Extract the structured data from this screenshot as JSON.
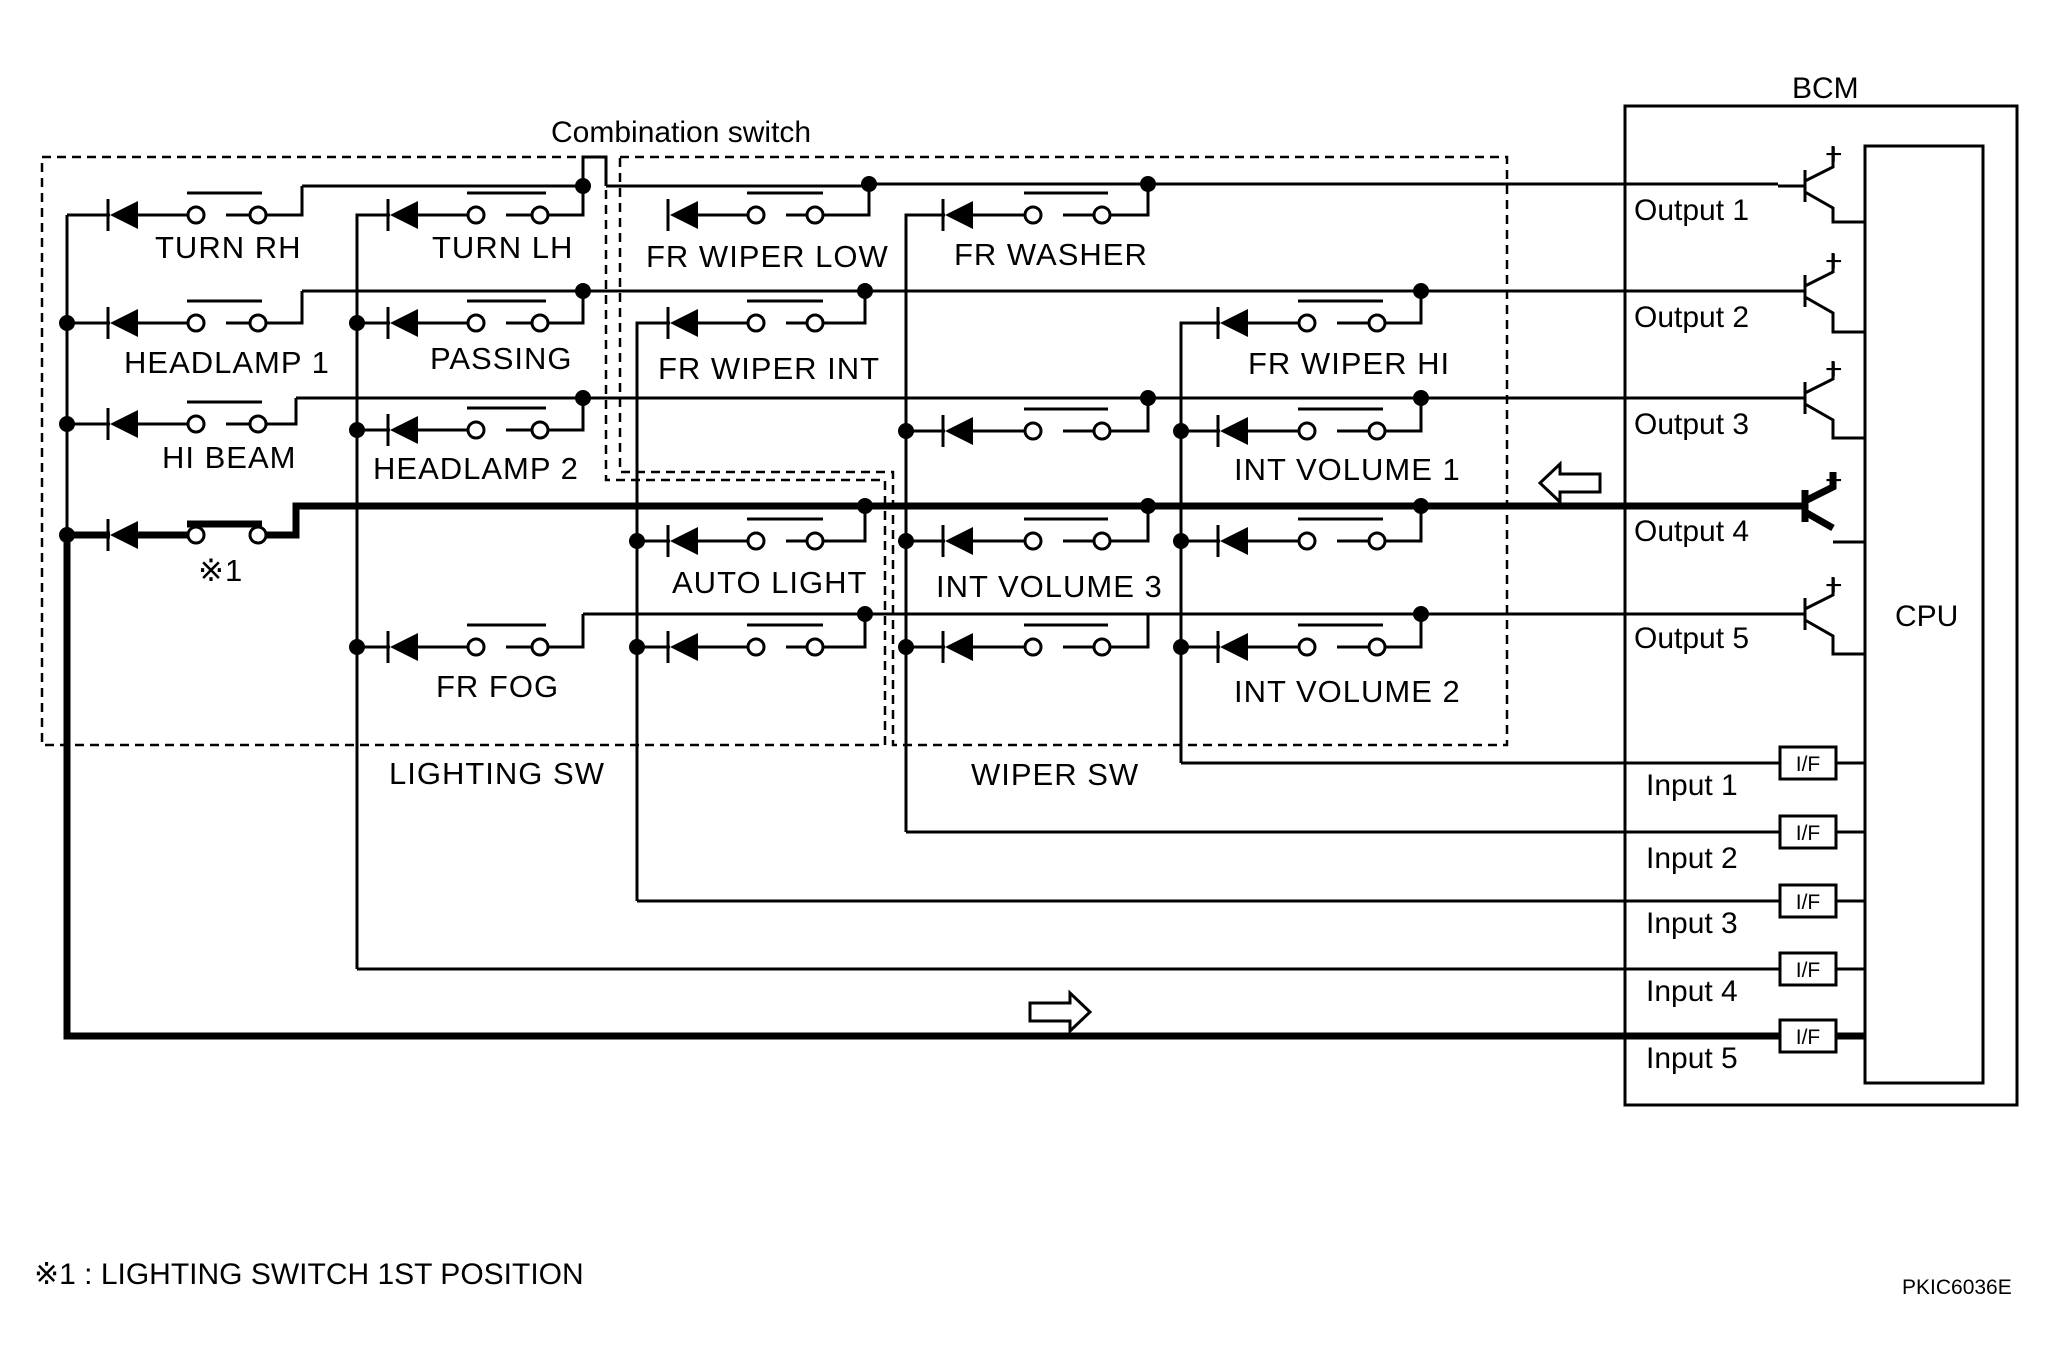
{
  "title": "Combination switch",
  "bcm_label": "BCM",
  "cpu_label": "CPU",
  "groups": {
    "lighting": "LIGHTING SW",
    "wiper": "WIPER SW"
  },
  "switches": {
    "turn_rh": "TURN RH",
    "turn_lh": "TURN LH",
    "fr_wiper_low": "FR WIPER LOW",
    "fr_washer": "FR WASHER",
    "headlamp_1": "HEADLAMP 1",
    "passing": "PASSING",
    "fr_wiper_int": "FR WIPER INT",
    "fr_wiper_hi": "FR WIPER HI",
    "hi_beam": "HI BEAM",
    "headlamp_2": "HEADLAMP 2",
    "int_volume_1": "INT VOLUME 1",
    "note_mark_1": "※1",
    "auto_light": "AUTO LIGHT",
    "int_volume_3": "INT VOLUME 3",
    "fr_fog": "FR FOG",
    "int_volume_2": "INT VOLUME 2"
  },
  "outputs": [
    "Output 1",
    "Output 2",
    "Output 3",
    "Output 4",
    "Output 5"
  ],
  "inputs": [
    "Input 1",
    "Input 2",
    "Input 3",
    "Input 4",
    "Input 5"
  ],
  "interface_label": "I/F",
  "plus_sign": "+",
  "footnote": "※1 : LIGHTING SWITCH 1ST POSITION",
  "figure_code": "PKIC6036E"
}
